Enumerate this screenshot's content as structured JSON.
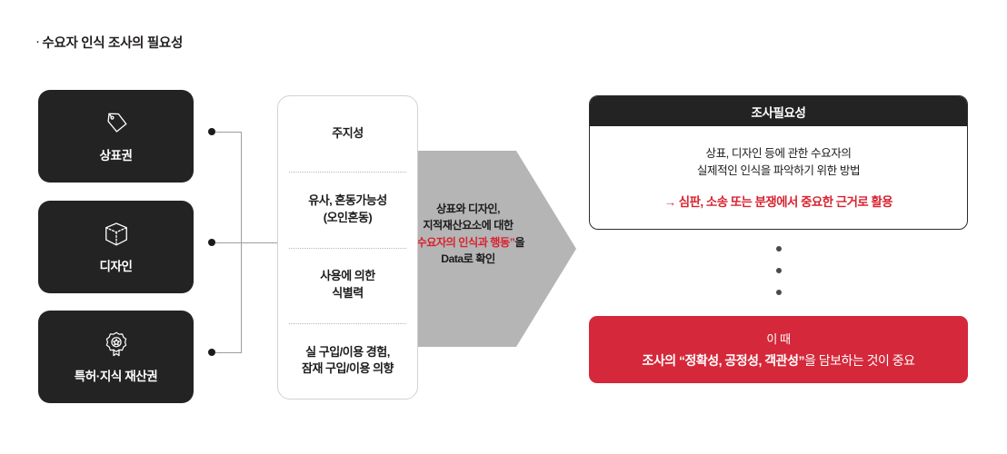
{
  "title": {
    "bullet": "·",
    "text": "수요자 인식 조사의 필요성"
  },
  "categories": [
    {
      "label": "상표권",
      "icon": "tag-icon"
    },
    {
      "label": "디자인",
      "icon": "cube-icon"
    },
    {
      "label": "특허·지식 재산권",
      "icon": "award-badge-icon"
    }
  ],
  "criteria": [
    {
      "line1": "주지성",
      "line2": ""
    },
    {
      "line1": "유사, 혼동가능성",
      "line2": "(오인혼동)"
    },
    {
      "line1": "사용에 의한",
      "line2": "식별력"
    },
    {
      "line1": "실 구입/이용 경험,",
      "line2": "잠재 구입/이용 의향"
    }
  ],
  "arrow": {
    "line1": "상표와 디자인,",
    "line2": "지적재산요소에 대한",
    "highlight": "“수요자의 인식과 행동”",
    "highlight_suffix": "을",
    "line4": "Data로 확인"
  },
  "necessity": {
    "header": "조사필요성",
    "desc_line1": "상표, 디자인 등에 관한 수요자의",
    "desc_line2": "실제적인 인식을 파악하기 위한 방법",
    "usage_arrow": "→",
    "usage": "심판, 소송 또는 분쟁에서 중요한 근거로 활용"
  },
  "alert": {
    "line1": "이 때",
    "line2_a": "조사의 ",
    "line2_b": "“정확성, 공정성, 객관성”",
    "line2_c": "을 담보하는 것이 중요"
  },
  "colors": {
    "dark": "#232323",
    "red": "#d5283a",
    "accent_red": "#d8232f",
    "gray_arrow": "#b5b5b5"
  }
}
